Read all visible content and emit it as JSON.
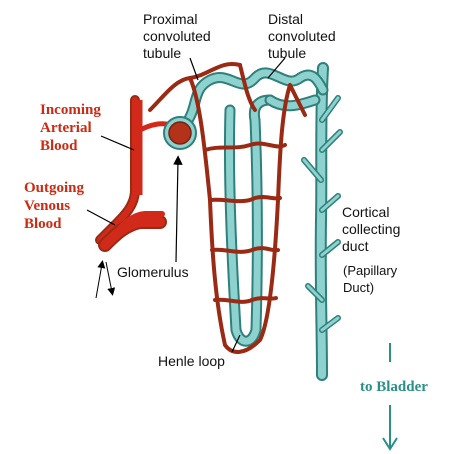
{
  "labels": {
    "proximal": "Proximal\nconvoluted\ntubule",
    "distal": "Distal\nconvoluted\ntubule",
    "incoming": "Incoming\nArterial\nBlood",
    "outgoing": "Outgoing\nVenous\nBlood",
    "glomerulus": "Glomerulus",
    "cortical": "Cortical\ncollecting\nduct",
    "papillary": "(Papillary\nDuct)",
    "henle": "Henle loop",
    "bladder": "to Bladder"
  },
  "colors": {
    "artery": "#d22a1a",
    "vessel": "#9b2a14",
    "tubule_fill": "#8ed2cf",
    "tubule_edge": "#2f7f7b",
    "red_text": "#cc2a12",
    "teal_text": "#2a8f86"
  }
}
